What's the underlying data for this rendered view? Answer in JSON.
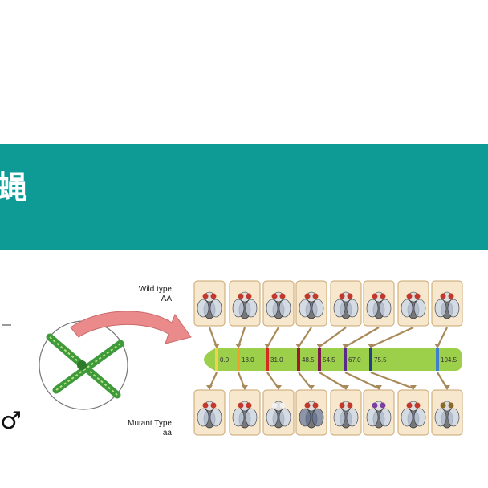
{
  "banner": {
    "title": "蝇"
  },
  "side": {
    "male_symbol": "♂"
  },
  "diagram": {
    "wild_label": [
      "Wild type",
      "AA"
    ],
    "mutant_label": [
      "Mutant Type",
      "aa"
    ],
    "loci": [
      {
        "label": "0.0",
        "color": "#f2d24b"
      },
      {
        "label": "13.0",
        "color": "#f2a12b"
      },
      {
        "label": "31.0",
        "color": "#d52b1e"
      },
      {
        "label": "48.5",
        "color": "#a01a2a"
      },
      {
        "label": "54.5",
        "color": "#7b1a4a"
      },
      {
        "label": "67.0",
        "color": "#5a2a8a"
      },
      {
        "label": "75.5",
        "color": "#1f3f8f"
      },
      {
        "label": "104.5",
        "color": "#3f7fd0"
      }
    ],
    "colors": {
      "chromosome": "#9ccf4a",
      "panel_fill": "#f7e7cc",
      "panel_stroke": "#c9a46e",
      "arrow": "#ea8a8a",
      "chromatid": "#3f9a3a"
    }
  }
}
